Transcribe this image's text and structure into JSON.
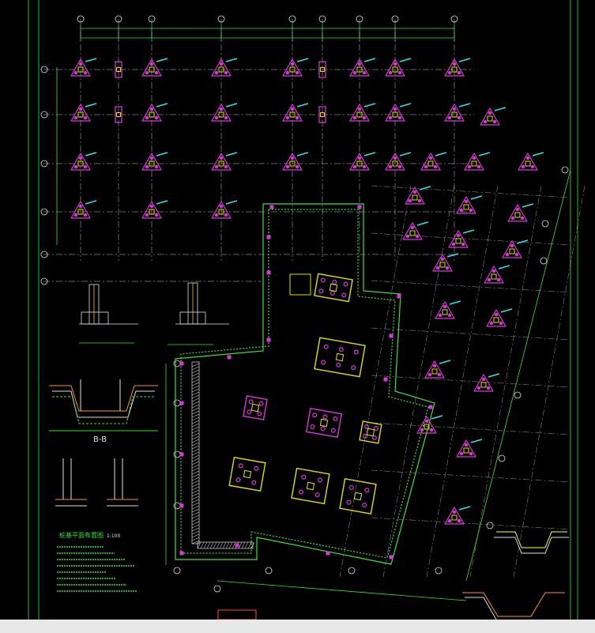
{
  "drawing": {
    "background": "#000000",
    "frame_color": "#20c020",
    "grid_color": "#c8c8c8",
    "bubble_color": "#e0e0e0",
    "pile_cap_color": "#d838d8",
    "column_color": "#e0e000",
    "wall_color": "#40e040",
    "hatch_color": "#ffffff",
    "dim_color": "#30e030",
    "tag_cyan": "#30e0e0",
    "tag_orange": "#ff9020",
    "status_bar_color": "#e8e8e8"
  },
  "section_labels": {
    "section_bb": "B-B"
  },
  "notes": {
    "title": "桩基平面布置图",
    "scale": "1:100"
  }
}
